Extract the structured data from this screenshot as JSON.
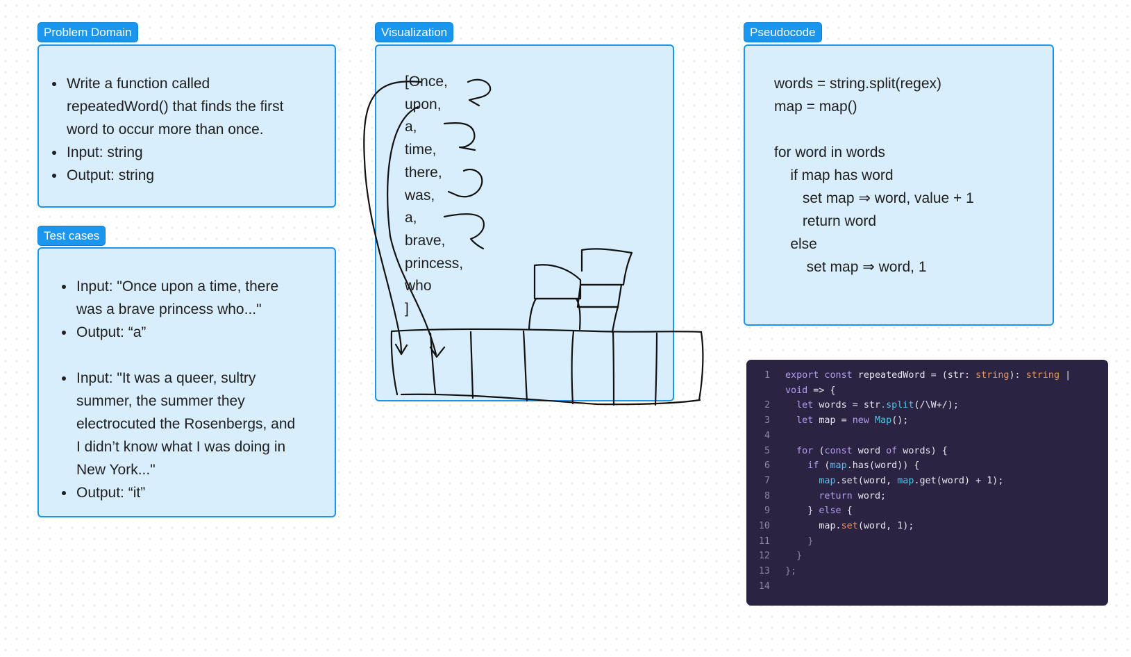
{
  "problem_domain": {
    "tag": "Problem Domain",
    "items": [
      "Write a function called repeatedWord() that finds the first word to occur more than once.",
      "Input: string",
      "Output: string"
    ]
  },
  "test_cases": {
    "tag": "Test cases",
    "items": [
      "Input: \"Once upon a time, there was a brave princess who...\"",
      "Output: “a”",
      "Input: \"It was a queer, sultry summer, the summer they electrocuted the Rosenbergs, and I didn’t know what I was doing in New York...\"",
      "Output: “it”"
    ]
  },
  "visualization": {
    "tag": "Visualization",
    "words": [
      "[Once,",
      "upon,",
      "a,",
      "time,",
      "there,",
      "was,",
      "a,",
      "brave,",
      "princess,",
      "who",
      "]"
    ]
  },
  "pseudocode": {
    "tag": "Pseudocode",
    "lines": [
      "words = string.split(regex)",
      "map = map()",
      "",
      "for word in words",
      "    if map has word",
      "       set map ⇒ word, value + 1",
      "       return word",
      "    else",
      "        set map ⇒ word, 1"
    ]
  },
  "code_block": {
    "line_numbers": [
      "1",
      "2",
      "3",
      "4",
      "5",
      "6",
      "7",
      "8",
      "9",
      "10",
      "11",
      "12",
      "13",
      "14"
    ]
  },
  "colors": {
    "accent": "#1a96ee",
    "card_fill": "#d9eefc",
    "code_bg": "#2a2341"
  }
}
